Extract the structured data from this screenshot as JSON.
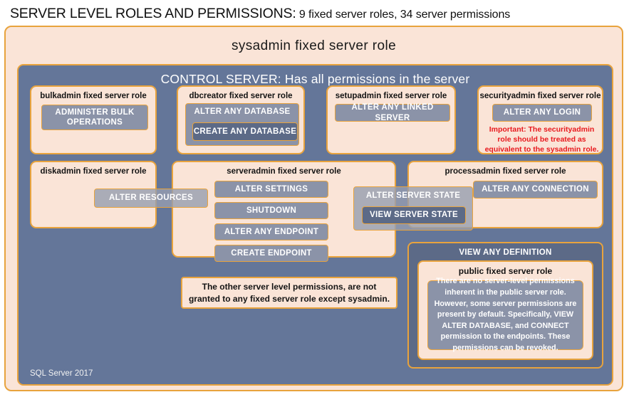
{
  "title": {
    "main": "SERVER LEVEL ROLES AND PERMISSIONS:",
    "sub": " 9 fixed server roles, 34 server permissions"
  },
  "sysadmin": {
    "label": "sysadmin  fixed  server  role"
  },
  "control_server": {
    "label": "CONTROL SERVER: Has all permissions in the server",
    "version": "SQL Server 2017"
  },
  "roles": {
    "bulkadmin": {
      "title": "bulkadmin  fixed server role",
      "permissions": [
        "ADMINISTER  BULK OPERATIONS"
      ]
    },
    "dbcreator": {
      "title": "dbcreator fixed server role",
      "permissions": [
        "ALTER ANY DATABASE",
        "CREATE  ANY DATABASE"
      ]
    },
    "setupadmin": {
      "title": "setupadmin fixed server role",
      "permissions": [
        "ALTER ANY LINKED SERVER"
      ]
    },
    "securityadmin": {
      "title": "securityadmin  fixed server role",
      "permissions": [
        "ALTER ANY LOGIN"
      ],
      "note": "Important:  The securityadmin role should  be treated  as equivalent to the  sysadmin role."
    },
    "diskadmin": {
      "title": "diskadmin  fixed server role",
      "permissions": [
        "ALTER RESOURCES"
      ]
    },
    "serveradmin": {
      "title": "serveradmin fixed server role",
      "permissions": [
        "ALTER SETTINGS",
        "SHUTDOWN",
        "ALTER ANY ENDPOINT",
        "CREATE  ENDPOINT",
        "ALTER SERVER STATE",
        "VIEW SERVER STATE"
      ]
    },
    "processadmin": {
      "title": "processadmin fixed server role",
      "permissions": [
        "ALTER ANY CONNECTION"
      ]
    },
    "public": {
      "view_any_definition": "VIEW ANY DEFINITION",
      "title": "public  fixed server role",
      "text": "There are no server-level permissions inherent in the public server role. However, some server permissions are present by default. Specifically, VIEW ALTER DATABASE, and CONNECT permission to the endpoints. These permissions can be revoked."
    }
  },
  "notes": {
    "other_permissions": "The other server level permissions,  are not granted to any fixed server role except sysadmin."
  },
  "colors": {
    "panel_peach": "#fae4d7",
    "gold_border": "#e8a33d",
    "control_blue": "#647699",
    "chip_gray": "#8b93a8",
    "chip_dark": "#5c6a87",
    "warning_red": "#e8191e"
  }
}
